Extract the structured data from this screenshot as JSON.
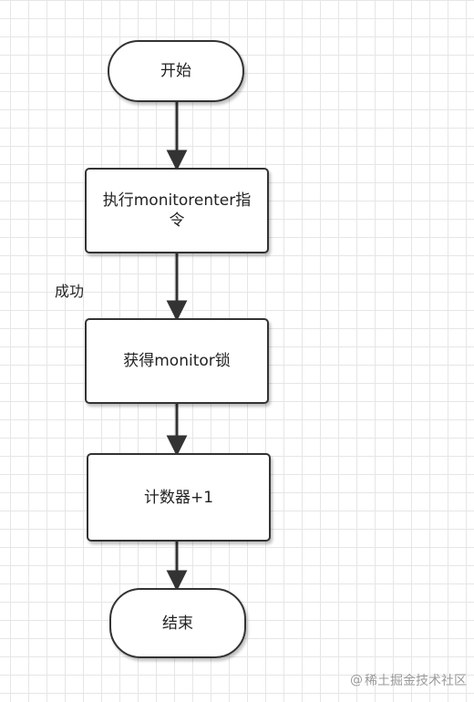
{
  "nodes": {
    "start": "开始",
    "monitorenter": "执行monitorenter指令",
    "acquire": "获得monitor锁",
    "counter": "计数器+1",
    "end": "结束"
  },
  "edge_labels": {
    "success": "成功"
  },
  "watermark": {
    "at": "@",
    "text": "稀土掘金技术社区"
  },
  "colors": {
    "stroke": "#333333",
    "grid": "#e6e6e6",
    "watermark": "#9a9a9a"
  }
}
